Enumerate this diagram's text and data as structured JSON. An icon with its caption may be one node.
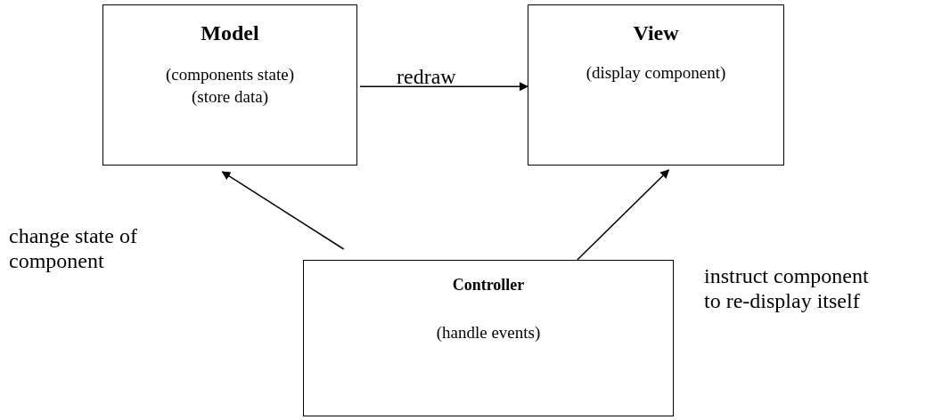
{
  "diagram": {
    "nodes": [
      {
        "text": [
          "Model",
          "(components state) (store data)"
        ]
      },
      {
        "text": [
          "View",
          "(display component)"
        ]
      },
      {
        "text": [
          "Controller",
          "(handle events)"
        ]
      }
    ],
    "edges": [
      {
        "from": 0,
        "to": 1,
        "arrow": "to",
        "label": "redraw"
      },
      {
        "from": 2,
        "to": 0,
        "arrow": "to",
        "label": "change state of component"
      },
      {
        "from": 2,
        "to": 1,
        "arrow": "to",
        "label": "instruct component to re-display itself"
      }
    ]
  }
}
